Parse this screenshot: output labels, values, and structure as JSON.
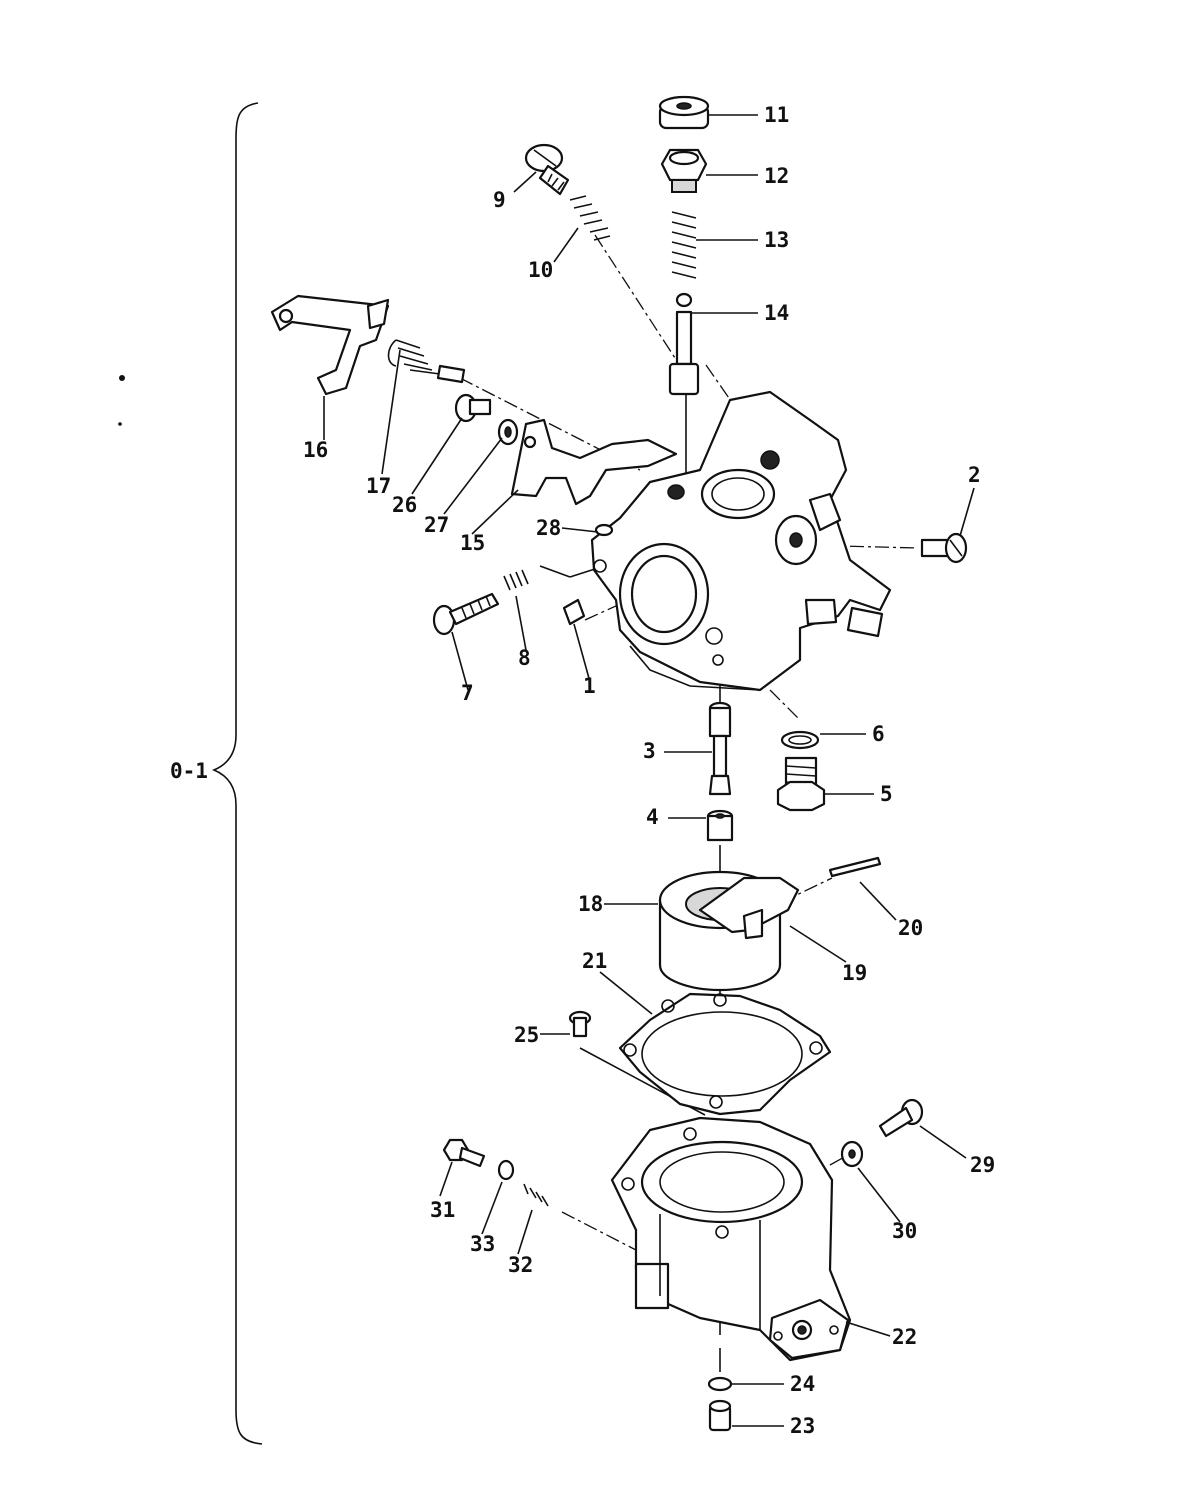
{
  "assembly_label": "0-1",
  "callouts": [
    {
      "id": "c1",
      "text": "1"
    },
    {
      "id": "c2",
      "text": "2"
    },
    {
      "id": "c3",
      "text": "3"
    },
    {
      "id": "c4",
      "text": "4"
    },
    {
      "id": "c5",
      "text": "5"
    },
    {
      "id": "c6",
      "text": "6"
    },
    {
      "id": "c7",
      "text": "7"
    },
    {
      "id": "c8",
      "text": "8"
    },
    {
      "id": "c9",
      "text": "9"
    },
    {
      "id": "c10",
      "text": "10"
    },
    {
      "id": "c11",
      "text": "11"
    },
    {
      "id": "c12",
      "text": "12"
    },
    {
      "id": "c13",
      "text": "13"
    },
    {
      "id": "c14",
      "text": "14"
    },
    {
      "id": "c15",
      "text": "15"
    },
    {
      "id": "c16",
      "text": "16"
    },
    {
      "id": "c17",
      "text": "17"
    },
    {
      "id": "c18",
      "text": "18"
    },
    {
      "id": "c19",
      "text": "19"
    },
    {
      "id": "c20",
      "text": "20"
    },
    {
      "id": "c21",
      "text": "21"
    },
    {
      "id": "c22",
      "text": "22"
    },
    {
      "id": "c23",
      "text": "23"
    },
    {
      "id": "c24",
      "text": "24"
    },
    {
      "id": "c25",
      "text": "25"
    },
    {
      "id": "c26",
      "text": "26"
    },
    {
      "id": "c27",
      "text": "27"
    },
    {
      "id": "c28",
      "text": "28"
    },
    {
      "id": "c29",
      "text": "29"
    },
    {
      "id": "c30",
      "text": "30"
    },
    {
      "id": "c31",
      "text": "31"
    },
    {
      "id": "c32",
      "text": "32"
    },
    {
      "id": "c33",
      "text": "33"
    }
  ]
}
